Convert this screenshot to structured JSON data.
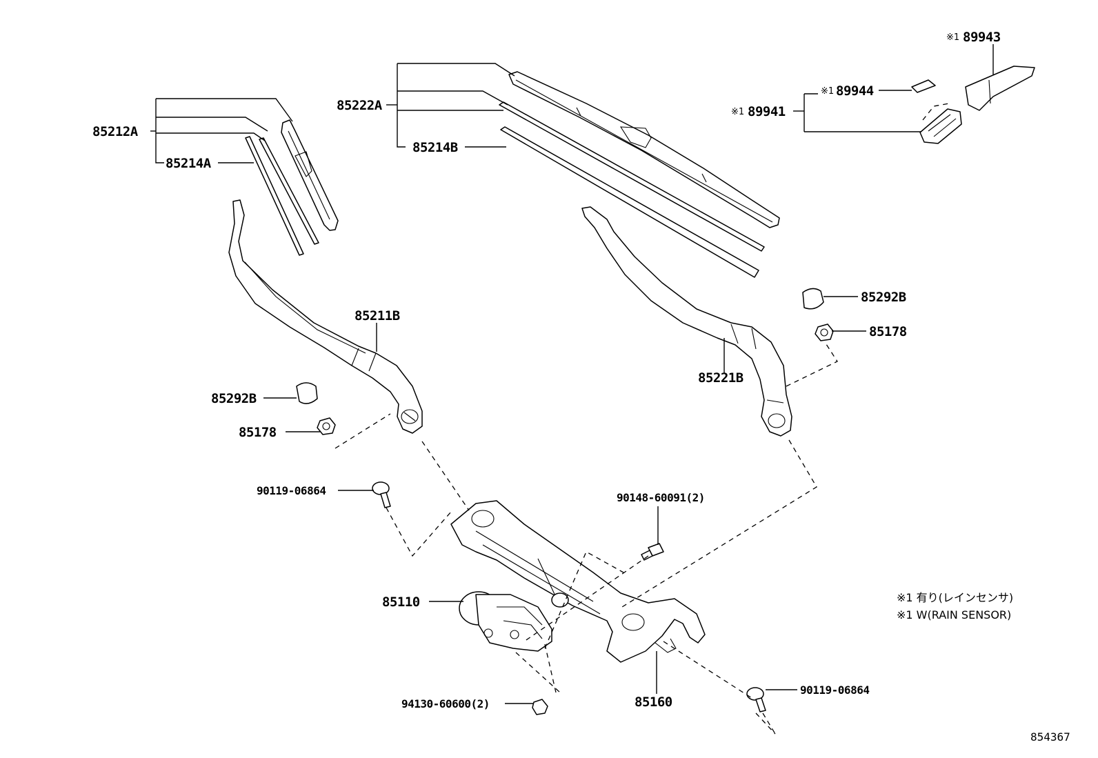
{
  "labels": {
    "p85212A": "85212A",
    "p85214A": "85214A",
    "p85222A": "85222A",
    "p85214B": "85214B",
    "p89943": "89943",
    "p89944": "89944",
    "p89941": "89941",
    "p85211B": "85211B",
    "p85292B_left": "85292B",
    "p85178_left": "85178",
    "p85292B_right": "85292B",
    "p85178_right": "85178",
    "p85221B": "85221B",
    "p90119_left": "90119-06864",
    "p90148": "90148-60091(2)",
    "p85110": "85110",
    "p94130": "94130-60600(2)",
    "p85160": "85160",
    "p90119_right": "90119-06864"
  },
  "marks": {
    "rain_sensor_mark": "※1"
  },
  "notes": {
    "line1": "※1 有り(レインセンサ)",
    "line2": "※1 W(RAIN SENSOR)"
  },
  "reference_number": "854367"
}
